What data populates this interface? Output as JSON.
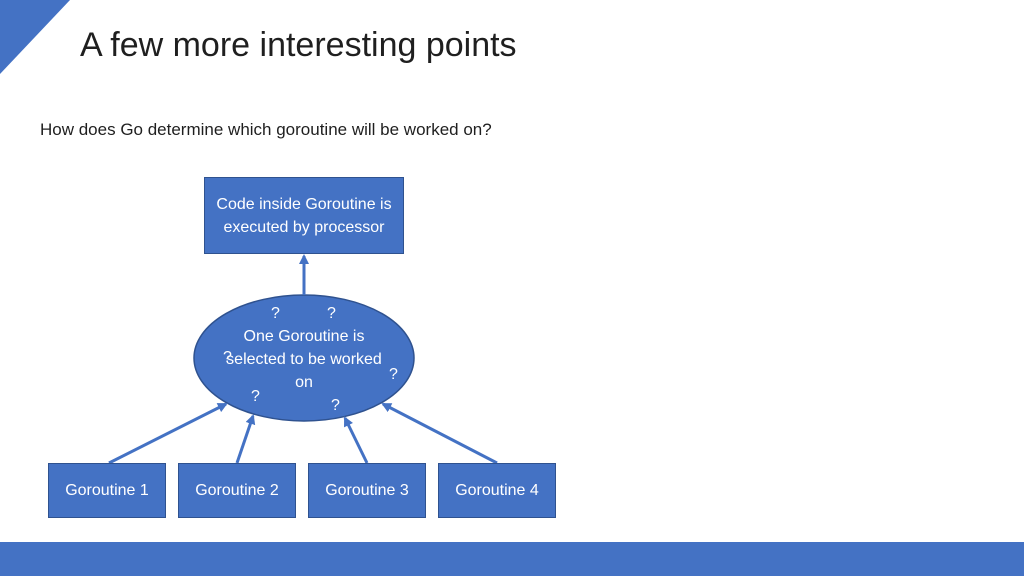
{
  "slide": {
    "title": "A few more interesting points",
    "question": "How does Go determine which goroutine will be worked on?"
  },
  "diagram": {
    "processor_box": "Code inside Goroutine is executed by processor",
    "selector_ellipse": "One Goroutine is selected to be worked on",
    "question_mark": "?",
    "goroutines": [
      "Goroutine 1",
      "Goroutine 2",
      "Goroutine 3",
      "Goroutine 4"
    ]
  },
  "colors": {
    "accent": "#4472c4",
    "border": "#2f528f",
    "text_dark": "#1f1f1f"
  }
}
